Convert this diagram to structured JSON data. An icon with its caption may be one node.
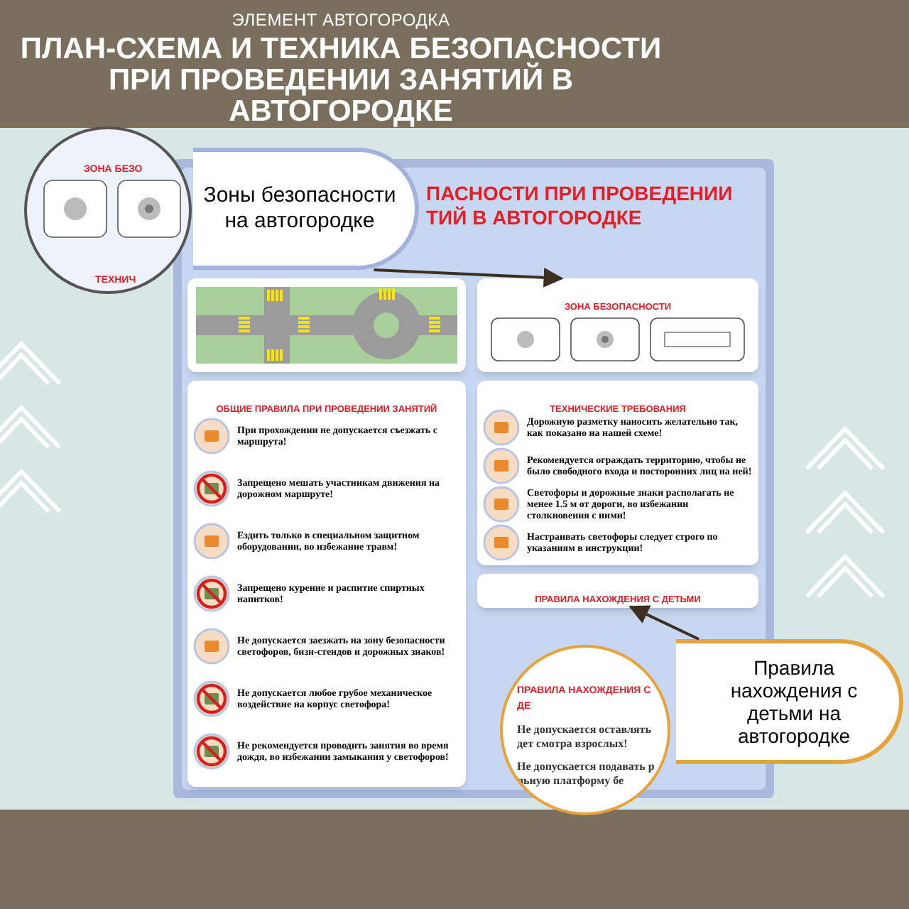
{
  "diagram": {
    "title": "ПЛАН-СХЕМА И ТЕХНИКА БЕЗОПАСНОСТИ ПРИ ПРОВЕДЕНИИ ЗАНЯТИЙ В АВТОГОРОДКЕ",
    "nodes": [
      {
        "text": [
          "ПАСНОСТИ ПРИ ПРОВЕДЕНИИ ТИЙ В АВТОГОРОДКЕ"
        ]
      },
      {
        "text": [],
        "shape": "picture",
        "in": 0
      },
      {
        "text": [
          "ЗОНА БЕЗОПАСНОСТИ"
        ],
        "in": 0
      },
      {
        "text": [
          "ОБЩИЕ ПРАВИЛА ПРИ ПРОВЕДЕНИИ ЗАНЯТИЙ"
        ],
        "in": 0
      },
      {
        "text": [
          "При прохождении не допускается съезжать с маршрута!"
        ],
        "in": 3
      },
      {
        "text": [
          "Запрещено мешать участникам движения на дорожном маршруте!"
        ],
        "in": 3
      },
      {
        "text": [
          "Ездить только в специальном защитном оборудовании, во избежание травм!"
        ],
        "in": 3
      },
      {
        "text": [
          "Запрещено курение и распитие спиртных напитков!"
        ],
        "in": 3
      },
      {
        "text": [
          "Не допускается заезжать на зону безопасности светофоров, бизи-стендов и дорожных знаков!"
        ],
        "in": 3
      },
      {
        "text": [
          "Не допускается любое грубое механическое воздействие на корпус светофора!"
        ],
        "in": 3
      },
      {
        "text": [
          "Не рекомендуется проводить занятия во время дождя, во избежании замыкания у светофоров!"
        ],
        "in": 3
      },
      {
        "text": [
          "ТЕХНИЧЕСКИЕ ТРЕБОВАНИЯ"
        ],
        "in": 0
      },
      {
        "text": [
          "Дорожную разметку наносить желательно так, как показано на нашей схеме!"
        ],
        "in": 11
      },
      {
        "text": [
          "Рекомендуется ограждать территорию, чтобы не было свободного входа и посторонних лиц на ней!"
        ],
        "in": 11
      },
      {
        "text": [
          "Светофоры и дорожные знаки располагать не менее 1.5 м от дороги, во избежании столкновения с ними!"
        ],
        "in": 11
      },
      {
        "text": [
          "Настраивать светофоры следует строго по указаниям в инструкции!"
        ],
        "in": 11
      },
      {
        "text": [],
        "shape": "box",
        "in": 0
      },
      {
        "text": [
          "ПРАВИЛА НАХОЖДЕНИЯ С ДЕТЬМИ"
        ],
        "in": 16
      },
      {
        "text": [
          "ЗОНА БЕЗО",
          "ТЕХНИЧ"
        ]
      },
      {
        "text": [
          "Зоны безопасности на автогородке"
        ]
      },
      {
        "text": [
          "ПРАВИЛА НАХОЖДЕНИЯ С ДЕ",
          "Не допускается оставлять дет смотра взрослых!",
          "Не допускается подавать р льную платформу бе"
        ]
      },
      {
        "text": [
          "Правила нахождения с детьми на автогородке"
        ]
      }
    ],
    "edges": [
      {
        "from": 19,
        "to": 2,
        "arrow": "to"
      },
      {
        "from": 21,
        "to": 17,
        "arrow": "to"
      }
    ],
    "labels": [
      "ЭЛЕМЕНТ АВТОГОРОДКА"
    ]
  }
}
